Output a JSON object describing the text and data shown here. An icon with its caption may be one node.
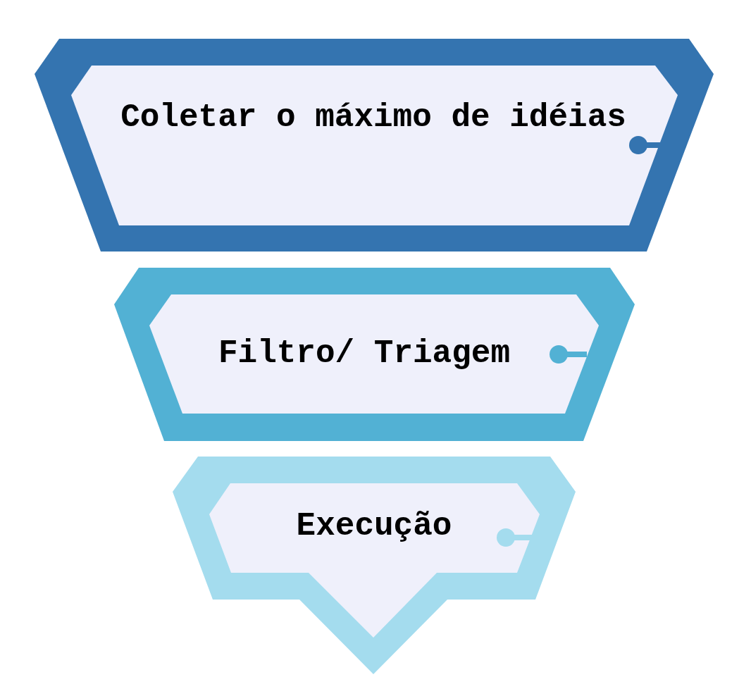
{
  "diagram": {
    "nodes": [
      {
        "text": [
          "Coletar o máximo de idéias"
        ]
      },
      {
        "text": [
          "Filtro/ Triagem"
        ]
      },
      {
        "text": [
          "Execução"
        ]
      }
    ],
    "edges": []
  }
}
